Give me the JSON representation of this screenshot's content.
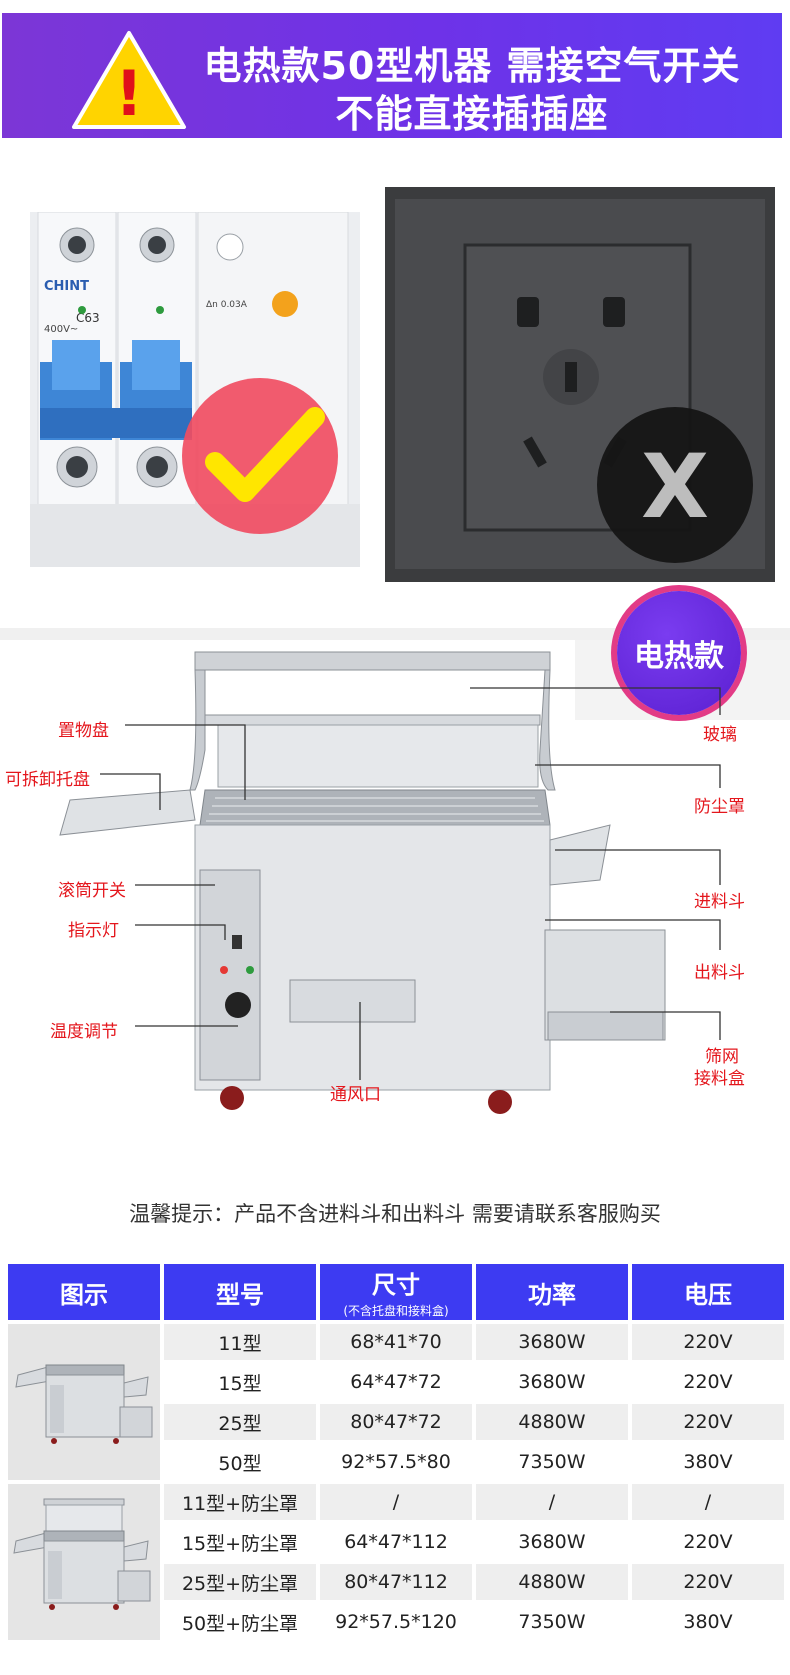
{
  "banner": {
    "line1": "电热款50型机器 需接空气开关",
    "line2": "不能直接插插座",
    "warning_icon": "warning-triangle-icon",
    "warning_mark": "!",
    "color": "#6e32e8"
  },
  "images": {
    "breaker": {
      "label_brand": "CHINT",
      "label_rating": "C63",
      "label_sub": "400V~",
      "label_leak": "Δn 0.03A",
      "status_icon": "check-mark-icon",
      "accent": "#ffe600"
    },
    "socket": {
      "status_icon": "cross-icon",
      "status_mark": "X"
    }
  },
  "badge": {
    "text": "电热款"
  },
  "diagram": {
    "labels": {
      "tray": "置物盘",
      "removable_tray": "可拆卸托盘",
      "drum_switch": "滚筒开关",
      "indicator": "指示灯",
      "temp_control": "温度调节",
      "vent": "通风口",
      "glass": "玻璃",
      "dust_cover": "防尘罩",
      "feed_hopper": "进料斗",
      "discharge_hopper": "出料斗",
      "sieve_line1": "筛网",
      "sieve_line2": "接料盒"
    }
  },
  "tip": "温馨提示：产品不含进料斗和出料斗 需要请联系客服购买",
  "table": {
    "headers": {
      "image": "图示",
      "model": "型号",
      "size": "尺寸",
      "size_note": "(不含托盘和接料盒)",
      "power": "功率",
      "voltage": "电压"
    },
    "group1": [
      {
        "model": "11型",
        "size": "68*41*70",
        "power": "3680W",
        "voltage": "220V"
      },
      {
        "model": "15型",
        "size": "64*47*72",
        "power": "3680W",
        "voltage": "220V"
      },
      {
        "model": "25型",
        "size": "80*47*72",
        "power": "4880W",
        "voltage": "220V"
      },
      {
        "model": "50型",
        "size": "92*57.5*80",
        "power": "7350W",
        "voltage": "380V"
      }
    ],
    "group2": [
      {
        "model": "11型+防尘罩",
        "size": "/",
        "power": "/",
        "voltage": "/"
      },
      {
        "model": "15型+防尘罩",
        "size": "64*47*112",
        "power": "3680W",
        "voltage": "220V"
      },
      {
        "model": "25型+防尘罩",
        "size": "80*47*112",
        "power": "4880W",
        "voltage": "220V"
      },
      {
        "model": "50型+防尘罩",
        "size": "92*57.5*120",
        "power": "7350W",
        "voltage": "380V"
      }
    ],
    "header_color": "#3d3bf2"
  }
}
